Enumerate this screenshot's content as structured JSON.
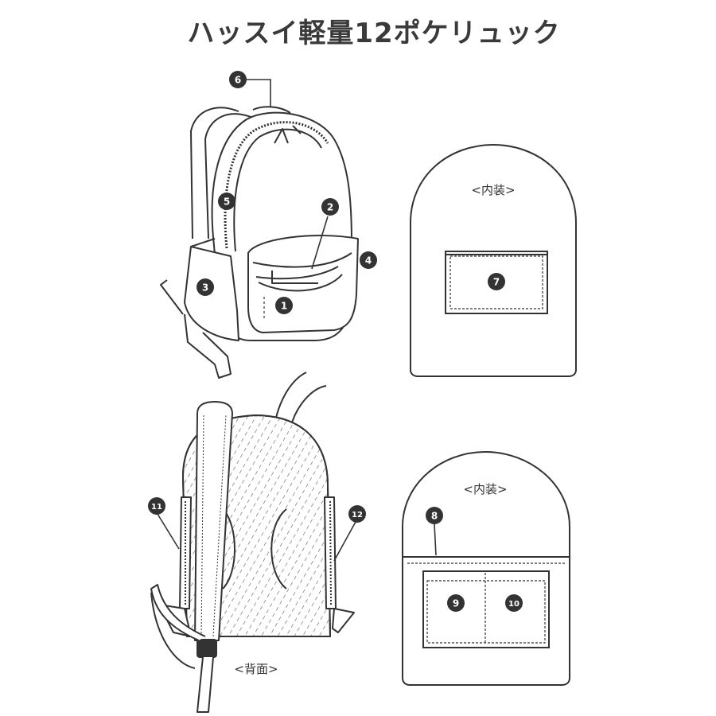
{
  "title": "ハッスイ軽量12ポケリュック",
  "views": {
    "inner_label_top": "<内装>",
    "inner_label_bottom": "<内装>",
    "back_label": "<背面>"
  },
  "pockets": [
    "1",
    "2",
    "3",
    "4",
    "5",
    "6",
    "7",
    "8",
    "9",
    "10",
    "11",
    "12"
  ],
  "colors": {
    "line": "#333333",
    "badge": "#333333",
    "mesh": "#555555"
  }
}
